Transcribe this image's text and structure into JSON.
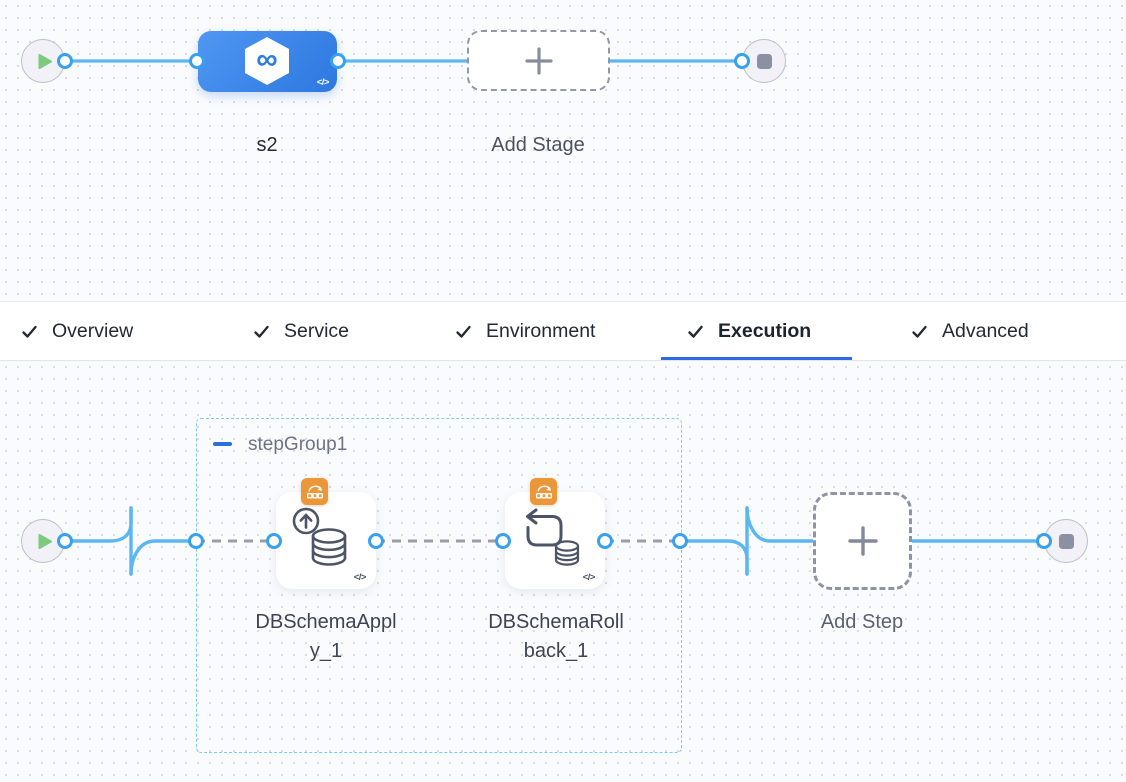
{
  "stage_pipeline": {
    "stage_name": "s2",
    "stage_code_icon": "</>",
    "add_stage_label": "Add Stage"
  },
  "tabs": {
    "items": [
      {
        "label": "Overview",
        "checked": true,
        "active": false
      },
      {
        "label": "Service",
        "checked": true,
        "active": false
      },
      {
        "label": "Environment",
        "checked": true,
        "active": false
      },
      {
        "label": "Execution",
        "checked": true,
        "active": true
      },
      {
        "label": "Advanced",
        "checked": true,
        "active": false
      }
    ]
  },
  "execution_pipeline": {
    "step_group": {
      "name": "stepGroup1"
    },
    "steps": [
      {
        "name": "DBSchemaApply_1",
        "icon": "db-schema-apply-icon",
        "badge": "rolling-strategy-badge",
        "code_icon": "</>"
      },
      {
        "name": "DBSchemaRollback_1",
        "icon": "db-schema-rollback-icon",
        "badge": "rolling-strategy-badge",
        "code_icon": "</>"
      }
    ],
    "add_step_label": "Add Step"
  },
  "colors": {
    "accent_blue": "#2b6ce4",
    "link_blue": "#5bb6f2",
    "connector_blue": "#38a1ee",
    "stage_blue": "#2d77e0",
    "badge_orange": "#ea9639",
    "group_border_blue": "#7ccaec",
    "play_green": "#7dc97d",
    "dashed_line_gray": "#9a9eac"
  }
}
